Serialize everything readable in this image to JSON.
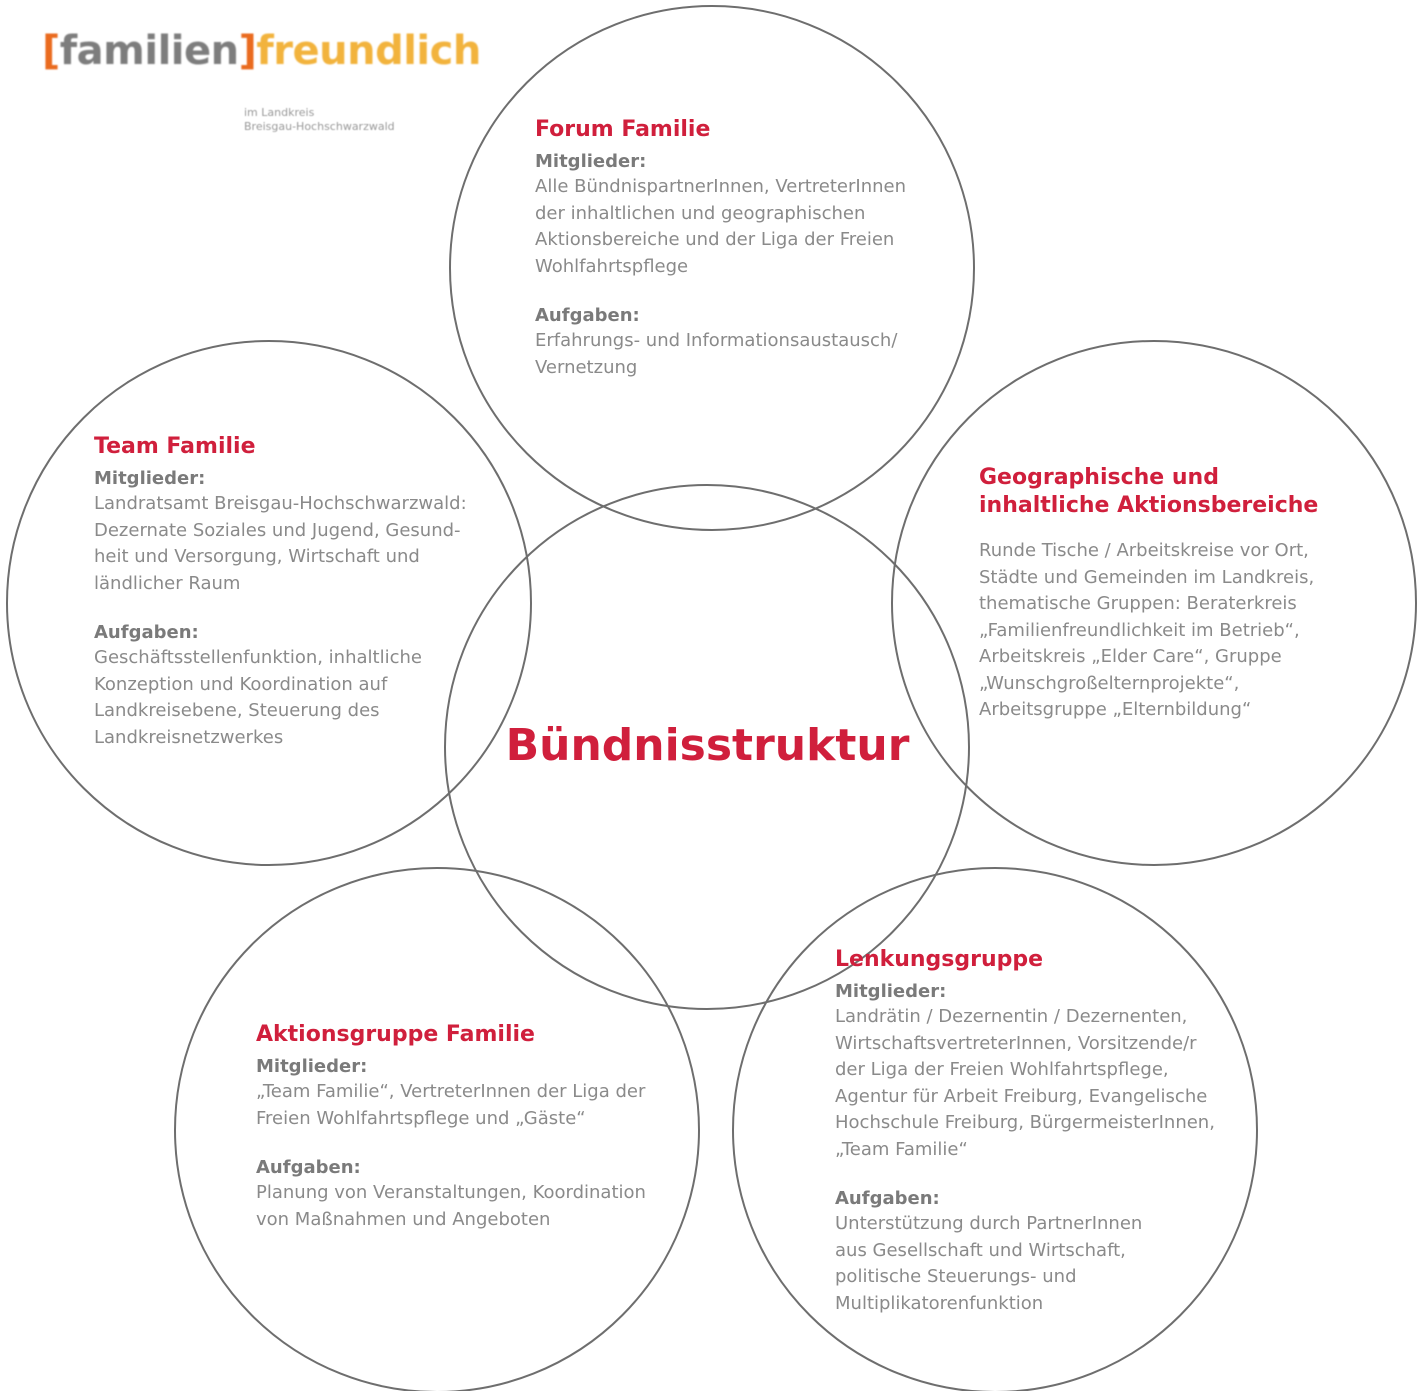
{
  "logo": {
    "bracket_open": "[",
    "word1": "familien",
    "bracket_close": "]",
    "word2": "freundlich",
    "sub_line1": "im Landkreis",
    "sub_line2": "Breisgau-Hochschwarzwald"
  },
  "center": {
    "title": "Bündnisstruktur"
  },
  "forum": {
    "title": "Forum Familie",
    "members_label": "Mitglieder:",
    "members_lines": [
      "Alle BündnispartnerInnen, VertreterInnen",
      "der inhaltlichen und geographischen",
      "Aktionsbereiche und der Liga der Freien",
      "Wohlfahrtspflege"
    ],
    "tasks_label": "Aufgaben:",
    "tasks_lines": [
      "Erfahrungs- und Informationsaustausch/",
      "Vernetzung"
    ]
  },
  "team": {
    "title": "Team Familie",
    "members_label": "Mitglieder:",
    "members_lines": [
      "Landratsamt Breisgau-Hochschwarzwald:",
      "Dezernate Soziales und Jugend, Gesund-",
      "heit und Versorgung, Wirtschaft und",
      "ländlicher Raum"
    ],
    "tasks_label": "Aufgaben:",
    "tasks_lines": [
      "Geschäftsstellenfunktion, inhaltliche",
      "Konzeption und Koordination auf",
      "Landkreisebene, Steuerung des",
      "Landkreisnetzwerkes"
    ]
  },
  "geo": {
    "title_lines": [
      "Geographische und",
      "inhaltliche Aktionsbereiche"
    ],
    "text_lines": [
      "Runde Tische / Arbeitskreise vor Ort,",
      "Städte und Gemeinden im Landkreis,",
      "thematische Gruppen: Beraterkreis",
      "„Familienfreundlichkeit im Betrieb“,",
      "Arbeitskreis „Elder Care“, Gruppe",
      "„Wunschgroßelternprojekte“,",
      "Arbeitsgruppe „Elternbildung“"
    ]
  },
  "aktion": {
    "title": "Aktionsgruppe Familie",
    "members_label": "Mitglieder:",
    "members_lines": [
      "„Team Familie“, VertreterInnen der Liga der",
      "Freien Wohlfahrtspflege und „Gäste“"
    ],
    "tasks_label": "Aufgaben:",
    "tasks_lines": [
      "Planung von Veranstaltungen, Koordination",
      "von Maßnahmen und Angeboten"
    ]
  },
  "lenkung": {
    "title": "Lenkungsgruppe",
    "members_label": "Mitglieder:",
    "members_lines": [
      "Landrätin / Dezernentin / Dezernenten,",
      "WirtschaftsvertreterInnen, Vorsitzende/r",
      "der Liga der Freien Wohlfahrtspflege,",
      "Agentur für Arbeit Freiburg, Evangelische",
      "Hochschule Freiburg, BürgermeisterInnen,",
      "„Team Familie“"
    ],
    "tasks_label": "Aufgaben:",
    "tasks_lines": [
      "Unterstützung durch PartnerInnen",
      "aus Gesellschaft und Wirtschaft,",
      "politische Steuerungs- und",
      "Multiplikatorenfunktion"
    ]
  },
  "colors": {
    "accent_red": "#d01f3c",
    "text_gray": "#8a8a8a",
    "circle_stroke": "#6e6e6e",
    "logo_orange": "#ea6b1f",
    "logo_yellow": "#f2b33d"
  }
}
